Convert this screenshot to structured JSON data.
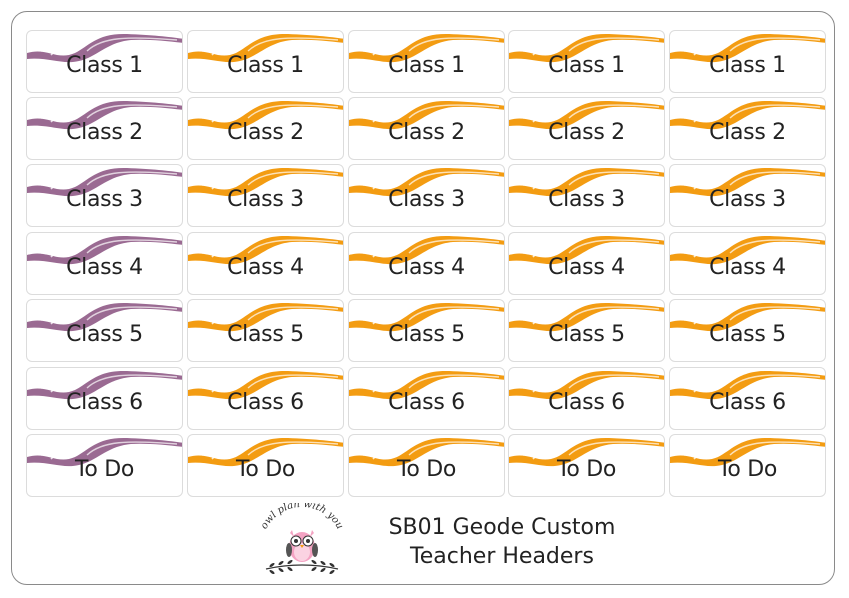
{
  "sheet": {
    "title_line1": "SB01 Geode Custom",
    "title_line2": "Teacher Headers",
    "logo_text": "owl plan with you",
    "logo_icon": "owl-icon"
  },
  "colors": {
    "purple": "#9a6a92",
    "orange": "#f39c12",
    "border": "#dcdcdc"
  },
  "rows": [
    {
      "label": "Class 1"
    },
    {
      "label": "Class 2"
    },
    {
      "label": "Class 3"
    },
    {
      "label": "Class 4"
    },
    {
      "label": "Class 5"
    },
    {
      "label": "Class 6"
    },
    {
      "label": "To Do"
    }
  ],
  "columns": [
    {
      "swoosh_color": "purple"
    },
    {
      "swoosh_color": "orange"
    },
    {
      "swoosh_color": "orange"
    },
    {
      "swoosh_color": "orange"
    },
    {
      "swoosh_color": "orange"
    }
  ]
}
